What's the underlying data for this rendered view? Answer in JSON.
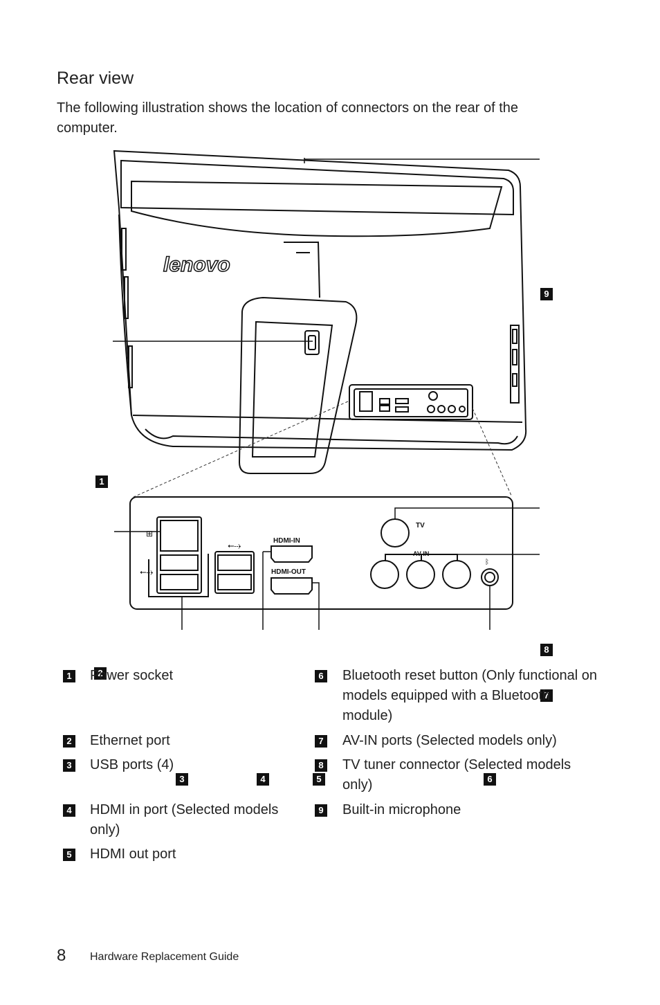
{
  "heading": "Rear view",
  "intro": "The following illustration shows the location of connectors on the rear of the computer.",
  "figure": {
    "brand": "lenovo",
    "hdmi_in_label": "HDMI-IN",
    "hdmi_out_label": "HDMI-OUT",
    "av_in_label": "AV-IN",
    "tv_label": "TV",
    "callouts": [
      "1",
      "2",
      "3",
      "4",
      "5",
      "6",
      "7",
      "8",
      "9"
    ]
  },
  "legend": [
    {
      "num": "1",
      "text": "Power socket"
    },
    {
      "num": "2",
      "text": "Ethernet port"
    },
    {
      "num": "3",
      "text": "USB ports (4)"
    },
    {
      "num": "4",
      "text": "HDMI in port (Selected models only)"
    },
    {
      "num": "5",
      "text": "HDMI out port"
    },
    {
      "num": "6",
      "text": "Bluetooth reset button (Only functional on models equipped with a Bluetooth module)"
    },
    {
      "num": "7",
      "text": "AV-IN ports (Selected models only)"
    },
    {
      "num": "8",
      "text": "TV tuner connector (Selected models only)"
    },
    {
      "num": "9",
      "text": "Built-in microphone"
    }
  ],
  "footer": {
    "page_number": "8",
    "title": "Hardware Replacement Guide"
  }
}
